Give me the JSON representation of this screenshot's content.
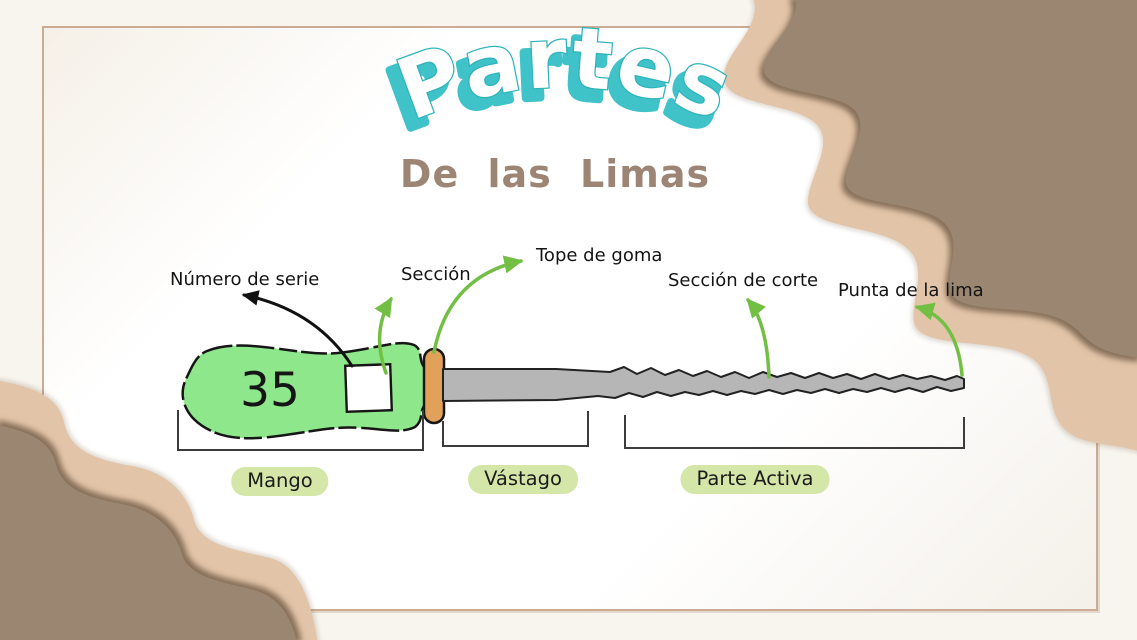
{
  "title": "Partes",
  "subtitle": "De las Limas",
  "instrument": {
    "serial_number": "35"
  },
  "callouts": {
    "numero_de_serie": "Número de serie",
    "seccion": "Sección",
    "tope_de_goma": "Tope de goma",
    "seccion_de_corte": "Sección de corte",
    "punta_de_la_lima": "Punta de la lima"
  },
  "sections": {
    "mango": "Mango",
    "vastago": "Vástago",
    "parte_activa": "Parte Activa"
  },
  "colors": {
    "title_teal": "#3fc2c8",
    "subtitle_brown": "#9d8575",
    "handle_green": "#8fe78c",
    "stopper_orange": "#e2a159",
    "shaft_gray": "#b6b6b6",
    "arrow_green": "#72bf44",
    "arrow_black": "#111111",
    "pill_green": "#d4e6a8",
    "wave_dark_taupe": "#9a8671",
    "wave_tan": "#e2c4a8",
    "frame_border": "#cbab93"
  }
}
